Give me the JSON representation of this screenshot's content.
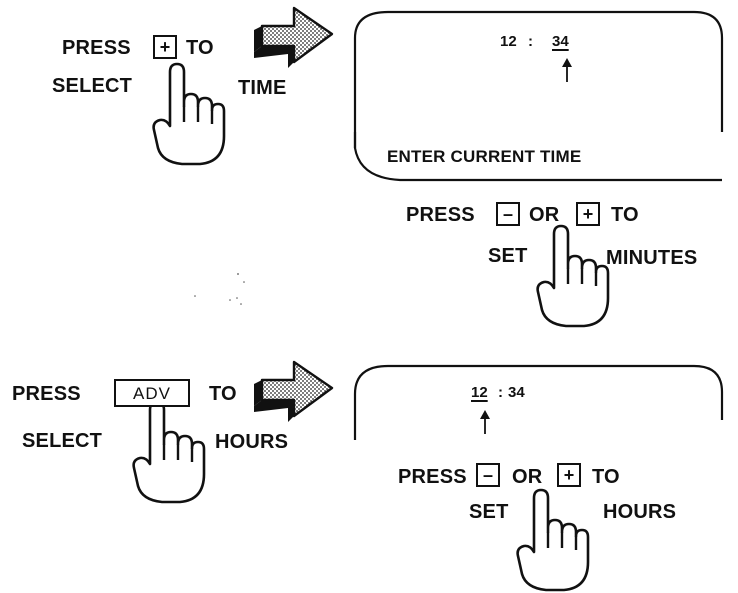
{
  "step1": {
    "press": "PRESS",
    "key": "+",
    "to": "TO",
    "select": "SELECT",
    "target": "TIME"
  },
  "display1": {
    "hours": "12",
    "sep": ":",
    "minutes": "34",
    "caption": "ENTER CURRENT TIME"
  },
  "step2": {
    "press": "PRESS",
    "key_minus": "–",
    "or": "OR",
    "key_plus": "+",
    "to": "TO",
    "set": "SET",
    "target": "MINUTES"
  },
  "step3": {
    "press": "PRESS",
    "key": "ADV",
    "to": "TO",
    "select": "SELECT",
    "target": "HOURS"
  },
  "display2": {
    "hours": "12",
    "sep": ":",
    "minutes": "34"
  },
  "step4": {
    "press": "PRESS",
    "key_minus": "–",
    "or": "OR",
    "key_plus": "+",
    "to": "TO",
    "set": "SET",
    "target": "HOURS"
  },
  "icons": [
    "pointing-hand-icon",
    "right-arrow-icon",
    "up-arrow-icon"
  ]
}
